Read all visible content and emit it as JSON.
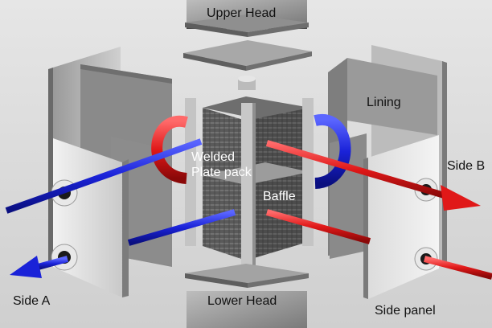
{
  "labels": {
    "upper_head": "Upper Head",
    "lower_head": "Lower Head",
    "lining": "Lining",
    "welded_plate_pack": "Welded\nPlate pack",
    "baffle": "Baffle",
    "side_a": "Side A",
    "side_b": "Side B",
    "side_panel": "Side panel"
  },
  "colors": {
    "background": "#d9d9d9",
    "flow_blue": "#1a22d8",
    "flow_red": "#e01818",
    "steel": "#b8b8b8"
  }
}
